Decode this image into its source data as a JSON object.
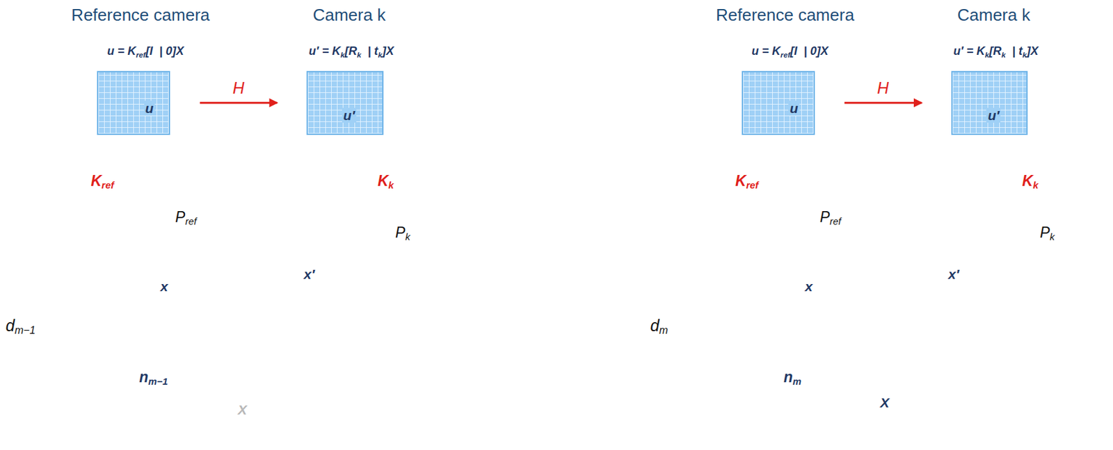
{
  "diagram": {
    "nodes": [
      {
        "text": [
          "u"
        ]
      },
      {
        "text": [
          "u′"
        ]
      },
      {
        "text": [
          "u"
        ]
      },
      {
        "text": [
          "u′"
        ]
      }
    ],
    "edges": [
      {
        "from": 0,
        "to": 1,
        "arrow": "to",
        "label": "H"
      },
      {
        "from": 2,
        "to": 3,
        "arrow": "to",
        "label": "H"
      }
    ],
    "labels": [
      "Reference camera",
      "Camera k",
      "u = K",
      "ref",
      "[I  | 0]X",
      "u′ = K",
      "k",
      "[R",
      "k",
      "  | t",
      "k",
      "]X",
      "K",
      "ref",
      "K",
      "k",
      "P",
      "ref",
      "P",
      "k",
      "x",
      "x′",
      "d",
      "m−1",
      "n",
      "m−1",
      "X",
      "Reference camera",
      "Camera k",
      "u = K",
      "ref",
      "[I  | 0]X",
      "u′ = K",
      "k",
      "[R",
      "k",
      "  | t",
      "k",
      "]X",
      "K",
      "ref",
      "K",
      "k",
      "P",
      "ref",
      "P",
      "k",
      "x",
      "x′",
      "d",
      "m",
      "n",
      "m",
      "X"
    ]
  }
}
